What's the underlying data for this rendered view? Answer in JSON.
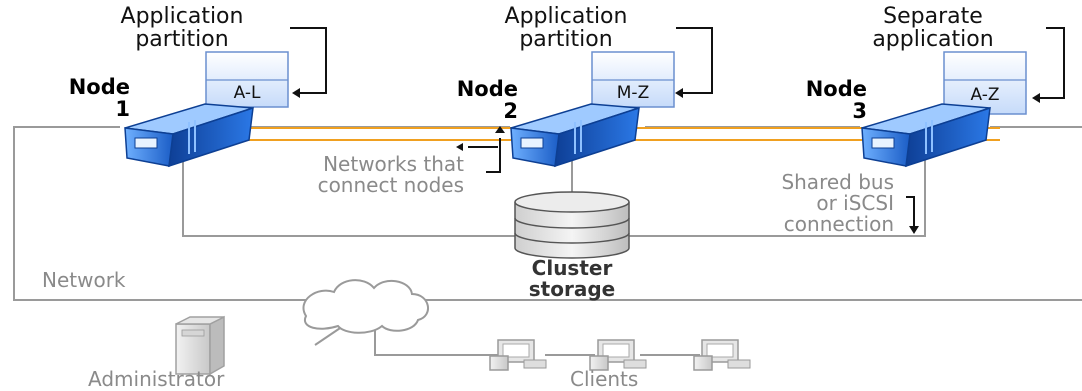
{
  "partitions": [
    {
      "label_line1": "Application",
      "label_line2": "partition",
      "range": "A-L",
      "node_line1": "Node",
      "node_line2": "1"
    },
    {
      "label_line1": "Application",
      "label_line2": "partition",
      "range": "M-Z",
      "node_line1": "Node",
      "node_line2": "2"
    },
    {
      "label_line1": "Separate",
      "label_line2": "application",
      "range": "A-Z",
      "node_line1": "Node",
      "node_line2": "3"
    }
  ],
  "networks_label": {
    "line1": "Networks that",
    "line2": "connect nodes"
  },
  "shared_bus_label": {
    "line1": "Shared bus",
    "line2": "or iSCSI",
    "line3": "connection"
  },
  "storage_label": {
    "line1": "Cluster",
    "line2": "storage"
  },
  "network_label": "Network",
  "administrator_label": "Administrator",
  "clients_label": "Clients",
  "colors": {
    "node_blue": "#1a5fc8",
    "partition_fill": "#d7e6fb",
    "private_network": "#f0a020",
    "lines": "#9a9a9a"
  }
}
